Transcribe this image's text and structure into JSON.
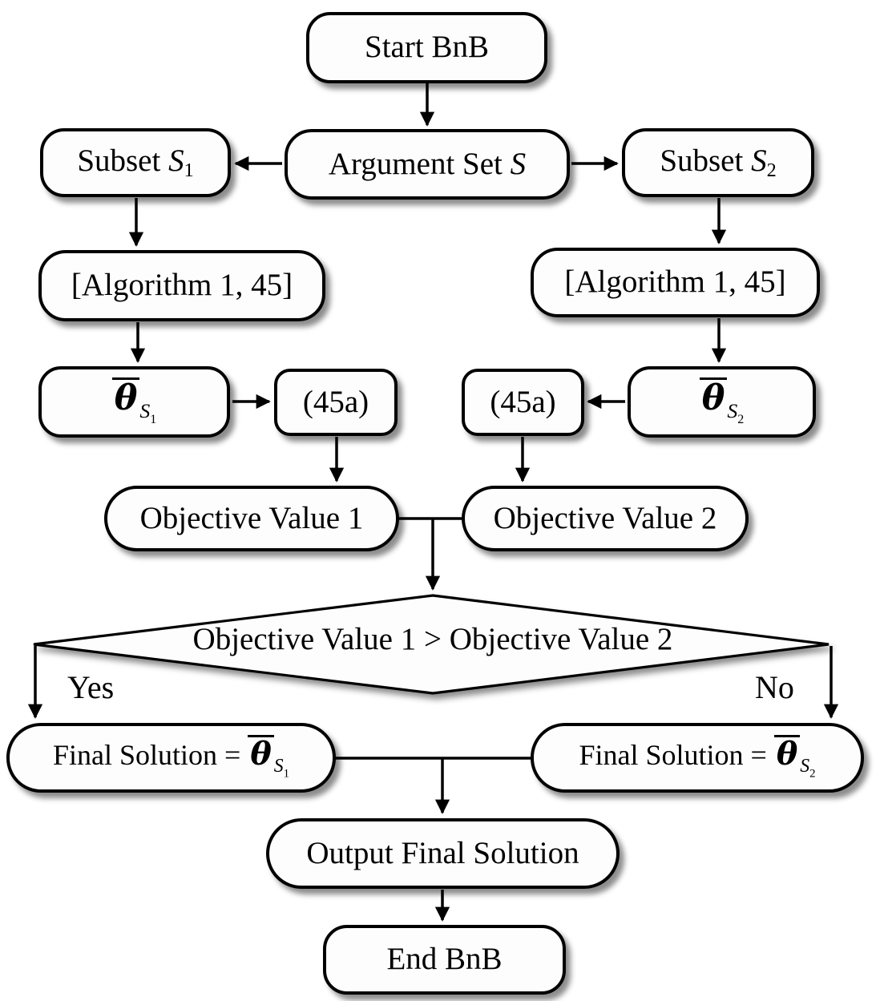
{
  "title": "Branch and Bound (BnB) flowchart",
  "colors": {
    "stroke": "#000000",
    "node_fill": "#fdfdfd",
    "shadow": "rgba(0,0,0,0.45)"
  },
  "nodes": {
    "start": {
      "label": "Start BnB"
    },
    "argument_set": {
      "text": "Argument Set ",
      "var": "S"
    },
    "subset1": {
      "text": "Subset ",
      "var": "S",
      "sub": "1"
    },
    "subset2": {
      "text": "Subset ",
      "var": "S",
      "sub": "2"
    },
    "algorithm_left": {
      "label": "[Algorithm 1, 45]"
    },
    "algorithm_right": {
      "label": "[Algorithm 1, 45]"
    },
    "theta1": {
      "theta": "θ",
      "sub": "S",
      "subsub": "1"
    },
    "eq45a_left": {
      "label": "(45a)"
    },
    "eq45a_right": {
      "label": "(45a)"
    },
    "theta2": {
      "theta": "θ",
      "sub": "S",
      "subsub": "2"
    },
    "objective1": {
      "label": "Objective Value 1"
    },
    "objective2": {
      "label": "Objective Value 2"
    },
    "decision": {
      "label": "Objective Value 1 > Objective Value 2"
    },
    "final1": {
      "text": "Final Solution = ",
      "theta": "θ",
      "sub": "S",
      "subsub": "1"
    },
    "final2": {
      "text": "Final Solution = ",
      "theta": "θ",
      "sub": "S",
      "subsub": "2"
    },
    "output": {
      "label": "Output Final Solution"
    },
    "end": {
      "label": "End BnB"
    }
  },
  "branch_labels": {
    "yes": "Yes",
    "no": "No"
  }
}
